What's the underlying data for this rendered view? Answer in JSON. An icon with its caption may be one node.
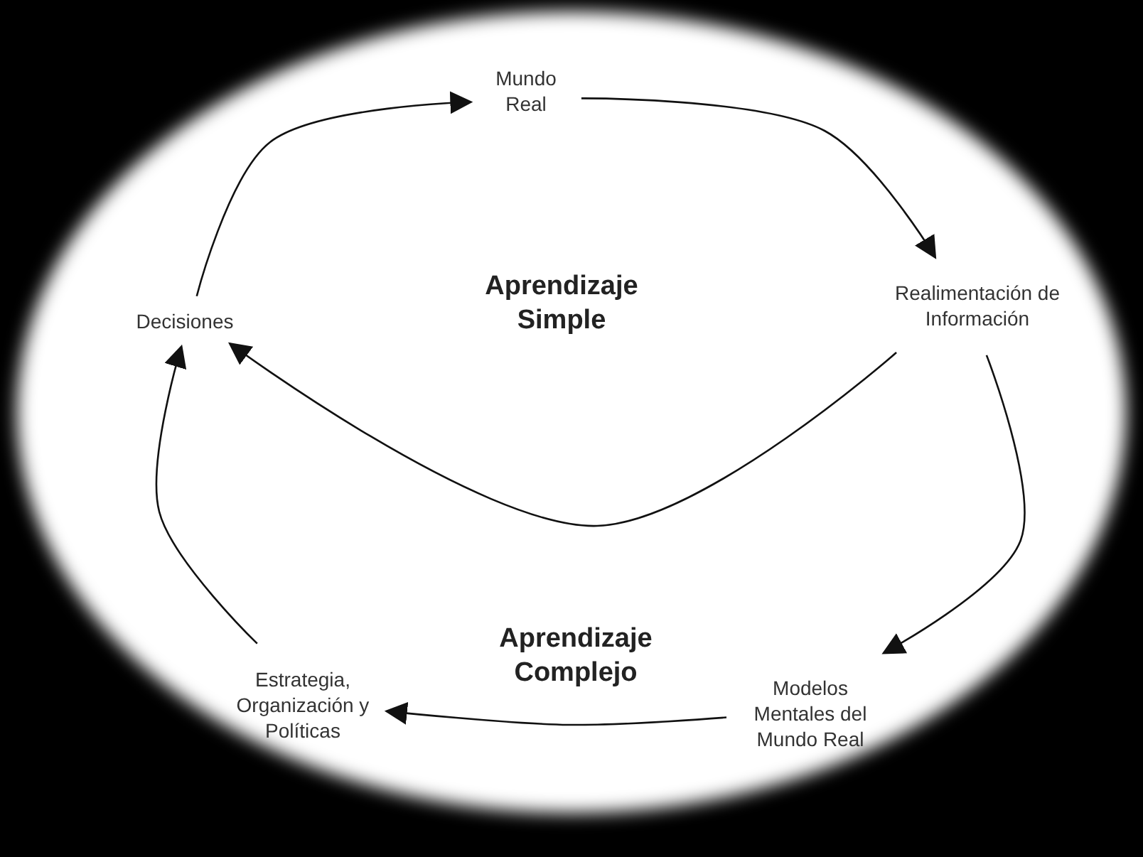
{
  "diagram": {
    "nodes": [
      {
        "text": [
          "Mundo Real"
        ]
      },
      {
        "text": [
          "Realimentación de Información"
        ]
      },
      {
        "text": [
          "Decisiones"
        ]
      },
      {
        "text": [
          "Modelos Mentales del Mundo Real"
        ]
      },
      {
        "text": [
          "Estrategia, Organización y Políticas"
        ]
      }
    ],
    "edges": [
      {
        "from": 2,
        "to": 0,
        "arrow": "to"
      },
      {
        "from": 0,
        "to": 1,
        "arrow": "to"
      },
      {
        "from": 1,
        "to": 2,
        "arrow": "to"
      },
      {
        "from": 1,
        "to": 3,
        "arrow": "to"
      },
      {
        "from": 3,
        "to": 4,
        "arrow": "to"
      },
      {
        "from": 4,
        "to": 2,
        "arrow": "to"
      }
    ],
    "labels": [
      "Aprendizaje Simple",
      "Aprendizaje Complejo"
    ]
  }
}
